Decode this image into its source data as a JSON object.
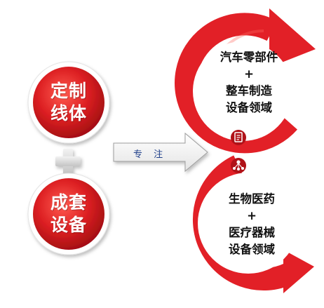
{
  "left": {
    "top_circle": {
      "line1": "定制",
      "line2": "线体"
    },
    "plus": "+",
    "bottom_circle": {
      "line1": "成套",
      "line2": "设备"
    }
  },
  "arrow": {
    "label": "专 注"
  },
  "right": {
    "top_domain": {
      "line1": "汽车零部件",
      "plus": "+",
      "line2": "整车制造",
      "line3": "设备领域"
    },
    "bottom_domain": {
      "line1": "生物医药",
      "plus": "+",
      "line2": "医疗器械",
      "line3": "设备领域"
    },
    "icons": [
      "document-icon",
      "network-icon"
    ]
  },
  "colors": {
    "red": "#e22027",
    "dark_red": "#b01218",
    "grey": "#cfcfcf"
  }
}
